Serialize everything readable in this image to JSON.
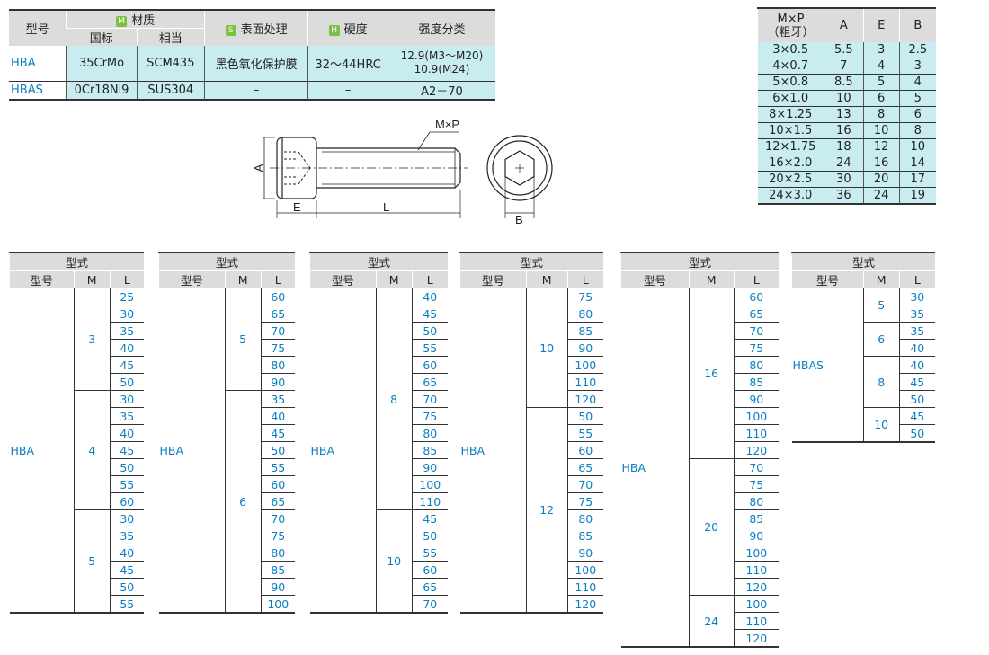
{
  "material_table": {
    "headers": {
      "model": "型号",
      "material": "材质",
      "material_badge": "M",
      "national": "国标",
      "equivalent": "相当",
      "surface": "表面处理",
      "surface_badge": "S",
      "hardness": "硬度",
      "hardness_badge": "H",
      "strength": "强度分类"
    },
    "rows": [
      {
        "model": "HBA",
        "national": "35CrMo",
        "equivalent": "SCM435",
        "surface": "黑色氧化保护膜",
        "hardness": "32～44HRC",
        "strength": "12.9(M3～M20)",
        "strength2": "10.9(M24)"
      },
      {
        "model": "HBAS",
        "national": "0Cr18Ni9",
        "equivalent": "SUS304",
        "surface": "–",
        "hardness": "–",
        "strength": "A2－70"
      }
    ]
  },
  "diagram": {
    "mxp_label": "M×P",
    "a_label": "A",
    "e_label": "E",
    "l_label": "L",
    "b_label": "B"
  },
  "dims_table": {
    "headers": {
      "mxp": "M×P",
      "mxp_sub": "（粗牙）",
      "a": "A",
      "e": "E",
      "b": "B"
    },
    "rows": [
      [
        "3×0.5",
        "5.5",
        "3",
        "2.5"
      ],
      [
        "4×0.7",
        "7",
        "4",
        "3"
      ],
      [
        "5×0.8",
        "8.5",
        "5",
        "4"
      ],
      [
        "6×1.0",
        "10",
        "6",
        "5"
      ],
      [
        "8×1.25",
        "13",
        "8",
        "6"
      ],
      [
        "10×1.5",
        "16",
        "10",
        "8"
      ],
      [
        "12×1.75",
        "18",
        "12",
        "10"
      ],
      [
        "16×2.0",
        "24",
        "16",
        "14"
      ],
      [
        "20×2.5",
        "30",
        "20",
        "17"
      ],
      [
        "24×3.0",
        "36",
        "24",
        "19"
      ]
    ]
  },
  "length_headers": {
    "type": "型式",
    "model": "型号",
    "m": "M",
    "l": "L"
  },
  "length_tables": [
    {
      "model": "HBA",
      "groups": [
        {
          "m": "3",
          "l": [
            "25",
            "30",
            "35",
            "40",
            "45",
            "50"
          ]
        },
        {
          "m": "4",
          "l": [
            "30",
            "35",
            "40",
            "45",
            "50",
            "55",
            "60"
          ]
        },
        {
          "m": "5",
          "l": [
            "30",
            "35",
            "40",
            "45",
            "50",
            "55"
          ]
        }
      ]
    },
    {
      "model": "HBA",
      "groups": [
        {
          "m": "5",
          "l": [
            "60",
            "65",
            "70",
            "75",
            "80",
            "90"
          ]
        },
        {
          "m": "6",
          "l": [
            "35",
            "40",
            "45",
            "50",
            "55",
            "60",
            "65",
            "70",
            "75",
            "80",
            "85",
            "90",
            "100"
          ]
        }
      ]
    },
    {
      "model": "HBA",
      "groups": [
        {
          "m": "8",
          "l": [
            "40",
            "45",
            "50",
            "55",
            "60",
            "65",
            "70",
            "75",
            "80",
            "85",
            "90",
            "100",
            "110"
          ]
        },
        {
          "m": "10",
          "l": [
            "45",
            "50",
            "55",
            "60",
            "65",
            "70"
          ]
        }
      ]
    },
    {
      "model": "HBA",
      "groups": [
        {
          "m": "10",
          "l": [
            "75",
            "80",
            "85",
            "90",
            "100",
            "110",
            "120"
          ]
        },
        {
          "m": "12",
          "l": [
            "50",
            "55",
            "60",
            "65",
            "70",
            "75",
            "80",
            "85",
            "90",
            "100",
            "110",
            "120"
          ]
        }
      ]
    },
    {
      "model": "HBA",
      "groups": [
        {
          "m": "16",
          "l": [
            "60",
            "65",
            "70",
            "75",
            "80",
            "85",
            "90",
            "100",
            "110",
            "120"
          ]
        },
        {
          "m": "20",
          "l": [
            "70",
            "75",
            "80",
            "85",
            "90",
            "100",
            "110",
            "120"
          ]
        },
        {
          "m": "24",
          "l": [
            "100",
            "110",
            "120"
          ]
        }
      ]
    },
    {
      "model": "HBAS",
      "groups": [
        {
          "m": "5",
          "l": [
            "30",
            "35"
          ]
        },
        {
          "m": "6",
          "l": [
            "35",
            "40"
          ]
        },
        {
          "m": "8",
          "l": [
            "40",
            "45",
            "50"
          ]
        },
        {
          "m": "10",
          "l": [
            "45",
            "50"
          ]
        }
      ]
    }
  ]
}
